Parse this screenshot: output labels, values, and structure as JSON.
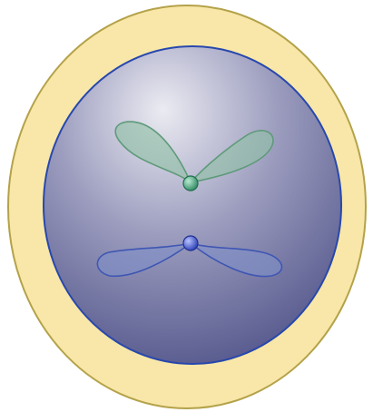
{
  "diagram": {
    "subject": "cell-with-two-chromosomes",
    "colors": {
      "outer_fill": "#f8e7a8",
      "outer_stroke": "#b4a24a",
      "inner_fill_light": "#ebebf2",
      "inner_fill_mid": "#9a9bbd",
      "inner_fill_dark": "#4c4f86",
      "inner_stroke": "#2848ad",
      "chromosome_green": "#8fc0a5",
      "chromosome_green_stroke": "#5f9a7a",
      "centromere_green": "#2f8a62",
      "chromosome_blue": "#7f90c8",
      "chromosome_blue_stroke": "#3f56b3",
      "centromere_blue": "#2b3fb3"
    },
    "elements": [
      "outer-cell-membrane",
      "nucleus",
      "green-chromosome",
      "blue-chromosome"
    ]
  }
}
